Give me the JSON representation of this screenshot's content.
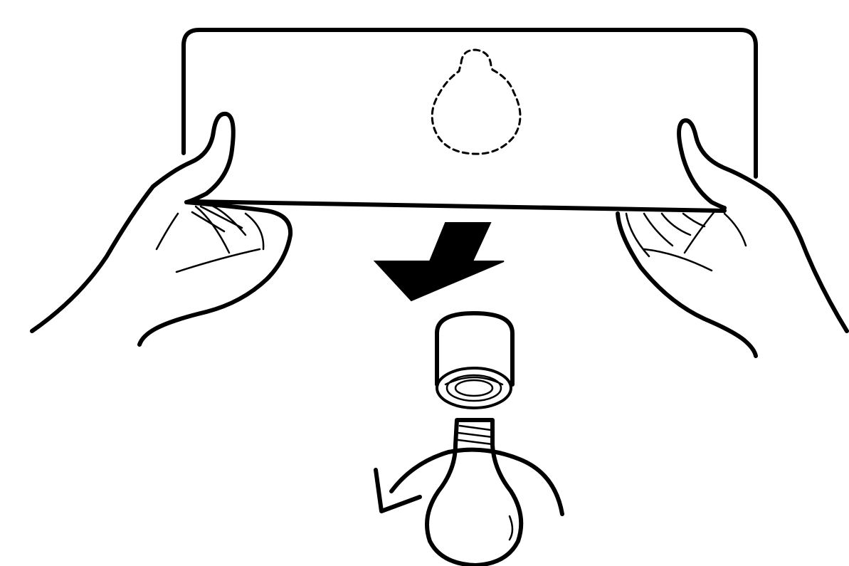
{
  "diagram": {
    "labels": [],
    "colors": {
      "ink": "#000000",
      "background": "#ffffff"
    },
    "icons": [
      "lamp-cover-panel",
      "dashed-bulb-outline",
      "left-hand",
      "right-hand",
      "down-arrow",
      "bulb-socket",
      "light-bulb",
      "counterclockwise-rotation-arrow"
    ]
  }
}
